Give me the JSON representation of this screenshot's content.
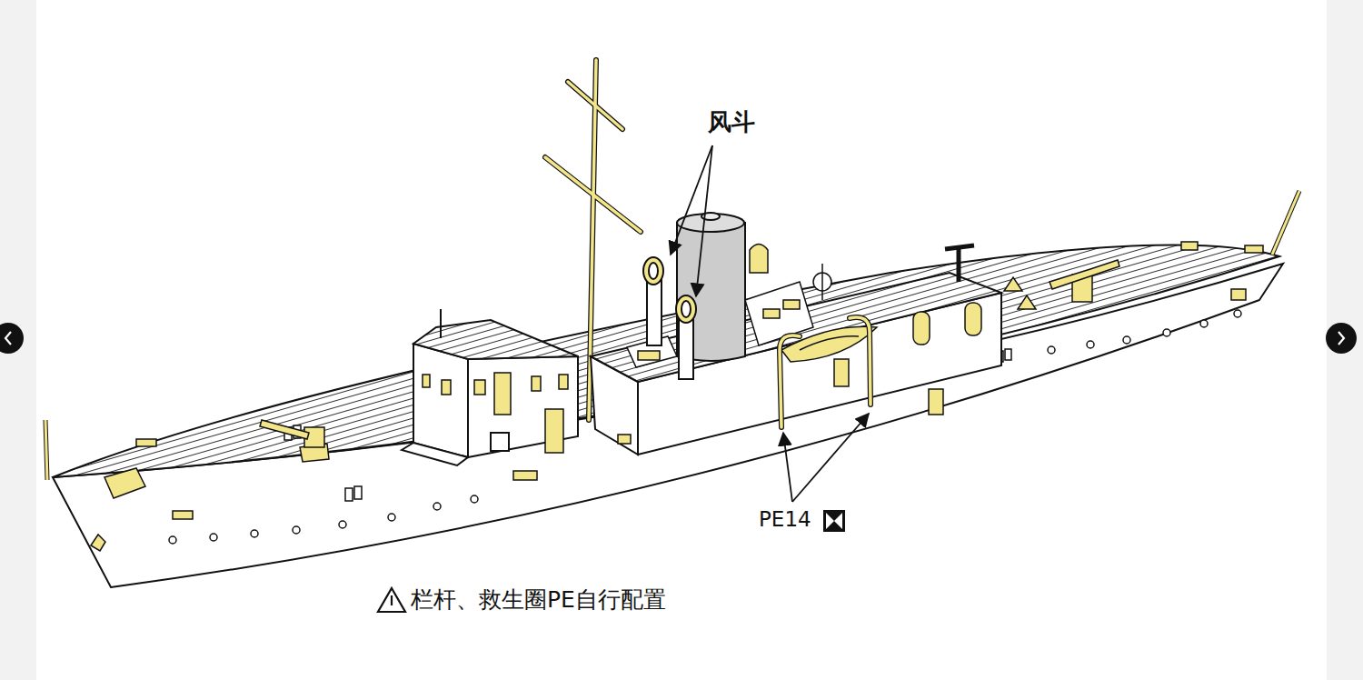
{
  "diagram": {
    "labels": [
      "风斗",
      "PE14",
      "栏杆、救生圈PE自行配置"
    ]
  }
}
